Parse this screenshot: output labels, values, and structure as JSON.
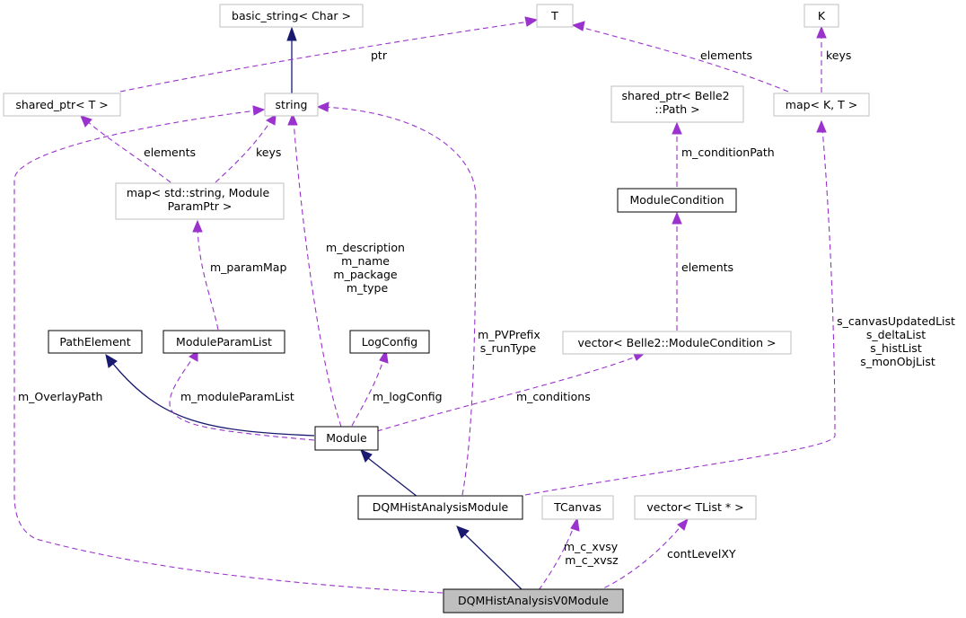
{
  "nodes": {
    "basic_string": "basic_string< Char >",
    "T": "T",
    "K": "K",
    "shared_ptr_T": "shared_ptr< T >",
    "string": "string",
    "shared_ptr_path_1": "shared_ptr< Belle2",
    "shared_ptr_path_2": "::Path >",
    "map_KT": "map< K, T >",
    "map_param_1": "map< std::string, Module",
    "map_param_2": "ParamPtr >",
    "ModuleCondition": "ModuleCondition",
    "PathElement": "PathElement",
    "ModuleParamList": "ModuleParamList",
    "LogConfig": "LogConfig",
    "vector_cond": "vector< Belle2::ModuleCondition >",
    "Module": "Module",
    "DQMHistAnalysisModule": "DQMHistAnalysisModule",
    "TCanvas": "TCanvas",
    "vector_tlist": "vector< TList * >",
    "DQMHistAnalysisV0Module": "DQMHistAnalysisV0Module"
  },
  "edge_labels": {
    "ptr": "ptr",
    "elements_T": "elements",
    "keys_K": "keys",
    "elements_map": "elements",
    "keys_string": "keys",
    "m_conditionPath": "m_conditionPath",
    "elements_cond": "elements",
    "m_paramMap": "m_paramMap",
    "desc_1": "m_description",
    "desc_2": "m_name",
    "desc_3": "m_package",
    "desc_4": "m_type",
    "pv_1": "m_PVPrefix",
    "pv_2": "s_runType",
    "s_1": "s_canvasUpdatedList",
    "s_2": "s_deltaList",
    "s_3": "s_histList",
    "s_4": "s_monObjList",
    "m_OverlayPath": "m_OverlayPath",
    "m_moduleParamList": "m_moduleParamList",
    "m_logConfig": "m_logConfig",
    "m_conditions": "m_conditions",
    "canvas_1": "m_c_xvsy",
    "canvas_2": "m_c_xvsz",
    "contLevelXY": "contLevelXY"
  },
  "colors": {
    "inheritance_edge": "#191970",
    "usage_edge": "#9a32cd",
    "external_node_border": "#bfbfbf",
    "documented_node_border": "#000000",
    "focus_node_fill": "#bfbfbf"
  }
}
